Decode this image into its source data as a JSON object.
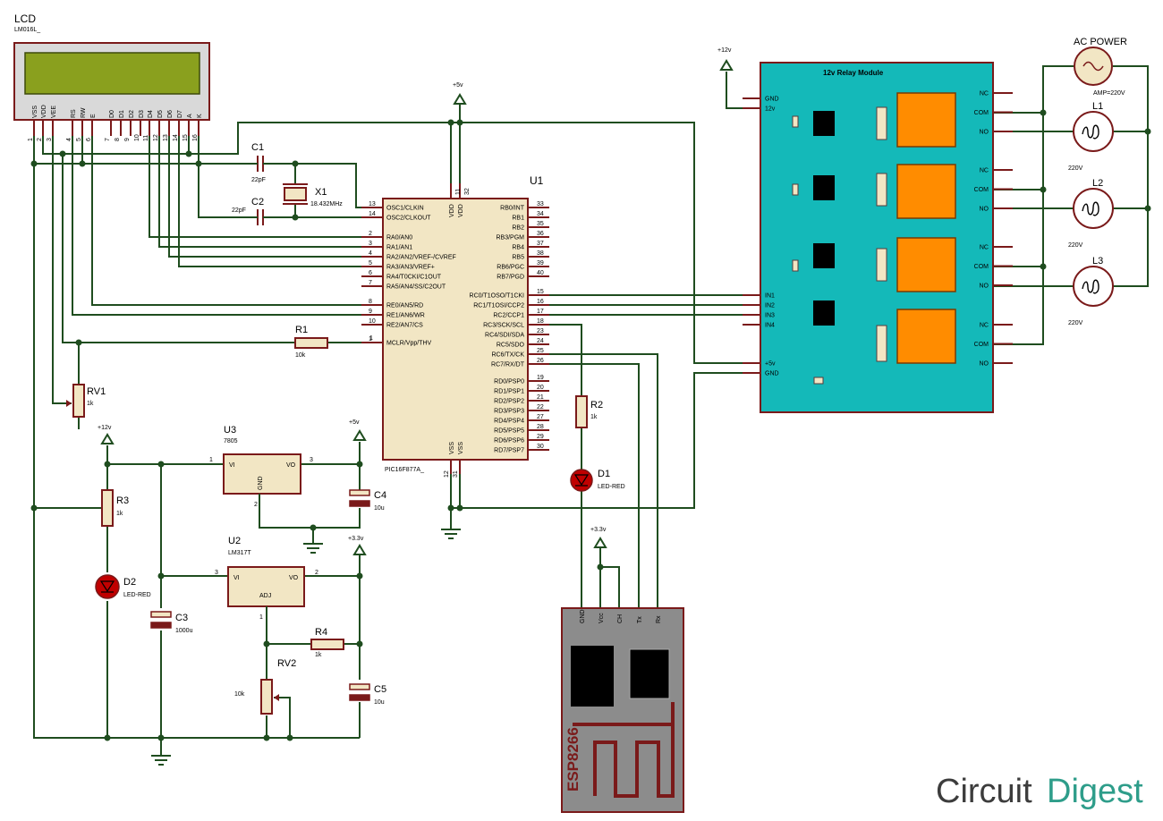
{
  "lcd": {
    "ref": "LCD",
    "part": "LM016L_",
    "pins": [
      "VSS",
      "VDD",
      "VEE",
      "RS",
      "RW",
      "E",
      "D0",
      "D1",
      "D2",
      "D3",
      "D4",
      "D5",
      "D6",
      "D7",
      "A",
      "K"
    ],
    "pin_nums": [
      "1",
      "2",
      "3",
      "4",
      "5",
      "6",
      "7",
      "8",
      "9",
      "10",
      "11",
      "12",
      "13",
      "14",
      "15",
      "16"
    ]
  },
  "c1": {
    "ref": "C1",
    "val": "22pF"
  },
  "c2": {
    "ref": "C2",
    "val": "22pF"
  },
  "x1": {
    "ref": "X1",
    "val": "18.432MHz"
  },
  "rails": {
    "p5": "+5v",
    "p12": "+12v",
    "p33": "+3.3v"
  },
  "u1": {
    "ref": "U1",
    "part": "PIC16F877A_",
    "left_pins": [
      {
        "num": "13",
        "name": "OSC1/CLKIN"
      },
      {
        "num": "14",
        "name": "OSC2/CLKOUT"
      },
      {
        "num": "2",
        "name": "RA0/AN0"
      },
      {
        "num": "3",
        "name": "RA1/AN1"
      },
      {
        "num": "4",
        "name": "RA2/AN2/VREF-/CVREF"
      },
      {
        "num": "5",
        "name": "RA3/AN3/VREF+"
      },
      {
        "num": "6",
        "name": "RA4/T0CKI/C1OUT"
      },
      {
        "num": "7",
        "name": "RA5/AN4/SS/C2OUT"
      },
      {
        "num": "8",
        "name": "RE0/AN5/RD"
      },
      {
        "num": "9",
        "name": "RE1/AN6/WR"
      },
      {
        "num": "10",
        "name": "RE2/AN7/CS"
      },
      {
        "num": "1",
        "name": "MCLR/Vpp/THV"
      }
    ],
    "right_pins": [
      {
        "num": "33",
        "name": "RB0/INT"
      },
      {
        "num": "34",
        "name": "RB1"
      },
      {
        "num": "35",
        "name": "RB2"
      },
      {
        "num": "36",
        "name": "RB3/PGM"
      },
      {
        "num": "37",
        "name": "RB4"
      },
      {
        "num": "38",
        "name": "RB5"
      },
      {
        "num": "39",
        "name": "RB6/PGC"
      },
      {
        "num": "40",
        "name": "RB7/PGD"
      },
      {
        "num": "15",
        "name": "RC0/T1OSO/T1CKI"
      },
      {
        "num": "16",
        "name": "RC1/T1OSI/CCP2"
      },
      {
        "num": "17",
        "name": "RC2/CCP1"
      },
      {
        "num": "18",
        "name": "RC3/SCK/SCL"
      },
      {
        "num": "23",
        "name": "RC4/SDI/SDA"
      },
      {
        "num": "24",
        "name": "RC5/SDO"
      },
      {
        "num": "25",
        "name": "RC6/TX/CK"
      },
      {
        "num": "26",
        "name": "RC7/RX/DT"
      },
      {
        "num": "19",
        "name": "RD0/PSP0"
      },
      {
        "num": "20",
        "name": "RD1/PSP1"
      },
      {
        "num": "21",
        "name": "RD2/PSP2"
      },
      {
        "num": "22",
        "name": "RD3/PSP3"
      },
      {
        "num": "27",
        "name": "RD4/PSP4"
      },
      {
        "num": "28",
        "name": "RD5/PSP5"
      },
      {
        "num": "29",
        "name": "RD6/PSP6"
      },
      {
        "num": "30",
        "name": "RD7/PSP7"
      }
    ],
    "vdd": "VDD",
    "vss": "VSS",
    "vdd_pins": [
      "11",
      "32"
    ],
    "vss_pins": [
      "12",
      "31"
    ]
  },
  "r1": {
    "ref": "R1",
    "val": "10k"
  },
  "rv1": {
    "ref": "RV1",
    "val": "1k"
  },
  "r2": {
    "ref": "R2",
    "val": "1k"
  },
  "d1": {
    "ref": "D1",
    "val": "LED-RED"
  },
  "u3": {
    "ref": "U3",
    "part": "7805",
    "vi": "VI",
    "vo": "VO",
    "gnd": "GND",
    "pin_vi": "1",
    "pin_vo": "3",
    "pin_gnd": "2"
  },
  "c4": {
    "ref": "C4",
    "val": "10u"
  },
  "r3": {
    "ref": "R3",
    "val": "1k"
  },
  "d2": {
    "ref": "D2",
    "val": "LED-RED"
  },
  "u2": {
    "ref": "U2",
    "part": "LM317T",
    "vi": "VI",
    "vo": "VO",
    "adj": "ADJ",
    "pin_vi": "3",
    "pin_vo": "2",
    "pin_adj": "1"
  },
  "c3": {
    "ref": "C3",
    "val": "1000u"
  },
  "r4": {
    "ref": "R4",
    "val": "1k"
  },
  "rv2": {
    "ref": "RV2",
    "val": "10k"
  },
  "c5": {
    "ref": "C5",
    "val": "10u"
  },
  "relay": {
    "title": "12v Relay Module",
    "left": [
      "GND",
      "12v",
      "IN1",
      "IN2",
      "IN3",
      "IN4",
      "+5v",
      "GND"
    ],
    "right_groups": [
      [
        "NC",
        "COM",
        "NO"
      ],
      [
        "NC",
        "COM",
        "NO"
      ],
      [
        "NC",
        "COM",
        "NO"
      ],
      [
        "NC",
        "COM",
        "NO"
      ]
    ]
  },
  "ac": {
    "ref": "AC POWER",
    "val": "AMP=220V"
  },
  "lamps": [
    {
      "ref": "L1",
      "val": "220V"
    },
    {
      "ref": "L2",
      "val": "220V"
    },
    {
      "ref": "L3",
      "val": "220V"
    }
  ],
  "esp": {
    "name": "ESP8266",
    "pins": [
      "GND",
      "Vcc",
      "CH",
      "Tx",
      "Rx"
    ]
  },
  "brand": {
    "a": "Circuit",
    "b": "Digest"
  },
  "colors": {
    "wire": "#1f4d1f",
    "pin": "#7a1a1a",
    "chip": "#f2e6c4",
    "relay": "#14b9b9",
    "relay_coil": "#ff8c00",
    "esp": "#8c8c8c",
    "led": "#c00000",
    "brand_a": "#3c3c3c",
    "brand_b": "#2e9d8a"
  }
}
